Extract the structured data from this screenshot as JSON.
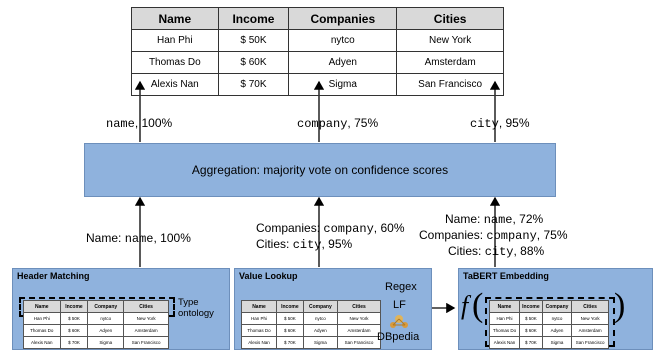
{
  "table": {
    "headers": [
      "Name",
      "Income",
      "Companies",
      "Cities"
    ],
    "rows": [
      [
        "Han Phi",
        "$ 50K",
        "nytco",
        "New York"
      ],
      [
        "Thomas Do",
        "$ 60K",
        "Adyen",
        "Amsterdam"
      ],
      [
        "Alexis Nan",
        "$ 70K",
        "Sigma",
        "San Francisco"
      ]
    ]
  },
  "top_labels": {
    "name": {
      "code": "name",
      "value": ", 100%"
    },
    "company": {
      "code": "company",
      "value": ", 75%"
    },
    "city": {
      "code": "city",
      "value": ", 95%"
    }
  },
  "aggregation": "Aggregation: majority vote on confidence scores",
  "header_matching": {
    "title": "Header Matching",
    "output": {
      "prefix": "Name: ",
      "code": "name",
      "value": ", 100%"
    },
    "side_label": "Type ontology",
    "mini_headers": [
      "Name",
      "Income",
      "Company",
      "Cities"
    ]
  },
  "value_lookup": {
    "title": "Value Lookup",
    "output_1": {
      "prefix": "Companies: ",
      "code": "company",
      "value": ", 60%"
    },
    "output_2": {
      "prefix": "Cities: ",
      "code": "city",
      "value": ", 95%"
    },
    "regex": "Regex",
    "lf": "LF",
    "dbpedia": "DBpedia",
    "mini_headers": [
      "Name",
      "Income",
      "Company",
      "Cities"
    ]
  },
  "tabert": {
    "title": "TaBERT Embedding",
    "output_1": {
      "prefix": "Name: ",
      "code": "name",
      "value": ", 72%"
    },
    "output_2": {
      "prefix": "Companies: ",
      "code": "company",
      "value": ", 75%"
    },
    "output_3": {
      "prefix": "Cities: ",
      "code": "city",
      "value": ", 88%"
    },
    "func": "f",
    "mini_headers": [
      "Name",
      "Income",
      "Company",
      "Cities"
    ]
  },
  "mini_rows": [
    [
      "Han Phi",
      "$ 50K",
      "nytco",
      "New York"
    ],
    [
      "Thomas Do",
      "$ 60K",
      "Adyen",
      "Amsterdam"
    ],
    [
      "Alexis Nan",
      "$ 70K",
      "Sigma",
      "San Francisco"
    ]
  ]
}
